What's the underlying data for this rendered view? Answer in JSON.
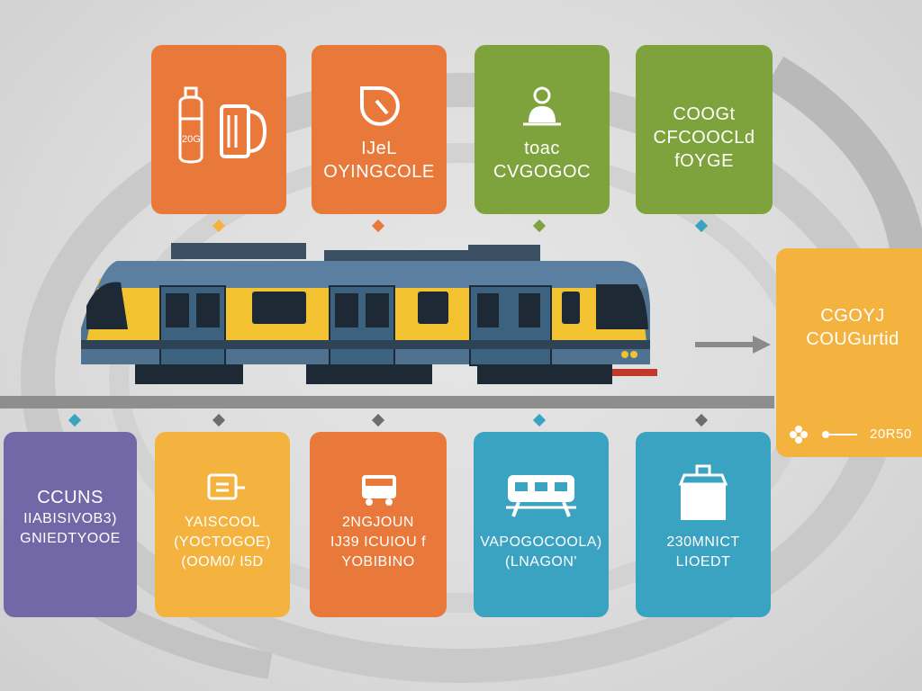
{
  "colors": {
    "orange": "#e8793a",
    "green": "#7ea33c",
    "yellow": "#f4b33e",
    "purple": "#7268a8",
    "teal": "#3aa3c2",
    "rail": "#8e8e8e",
    "train_body": "#4f7290",
    "train_stripe": "#f2c230"
  },
  "top_cards": [
    {
      "icon": "bottle-and-cup-icon",
      "lines": [
        "",
        ""
      ],
      "icon_text": "20G"
    },
    {
      "icon": "clock-icon",
      "lines": [
        "IJeL",
        "OYINGCOLE"
      ]
    },
    {
      "icon": "person-at-desk-icon",
      "lines": [
        "toac",
        "CVGOGOC"
      ]
    },
    {
      "icon": "",
      "lines": [
        "COOGt",
        "CFCOOCLd",
        "fOYGE"
      ]
    }
  ],
  "side_card": {
    "lines": [
      "CGOYJ",
      "COUGurtid"
    ],
    "footer": "20R50"
  },
  "bottom_cards": [
    {
      "icon": "",
      "lines": [
        "CCUNS",
        "IIABISIVOB3)",
        "GNIEDTYOOE"
      ]
    },
    {
      "icon": "document-icon",
      "lines": [
        "YAISCOOL",
        "(YOCTOGOE)",
        "(OOM0/ I5D"
      ]
    },
    {
      "icon": "train-car-icon",
      "lines": [
        "2NGJOUN",
        "IJ39 ICUIOU f",
        "YOBIBINO"
      ]
    },
    {
      "icon": "passenger-car-icon",
      "lines": [
        "VAPOGOCOOLA)",
        "(LNAGON'"
      ]
    },
    {
      "icon": "bag-icon",
      "lines": [
        "230MNICT",
        "LIOEDT"
      ]
    }
  ]
}
